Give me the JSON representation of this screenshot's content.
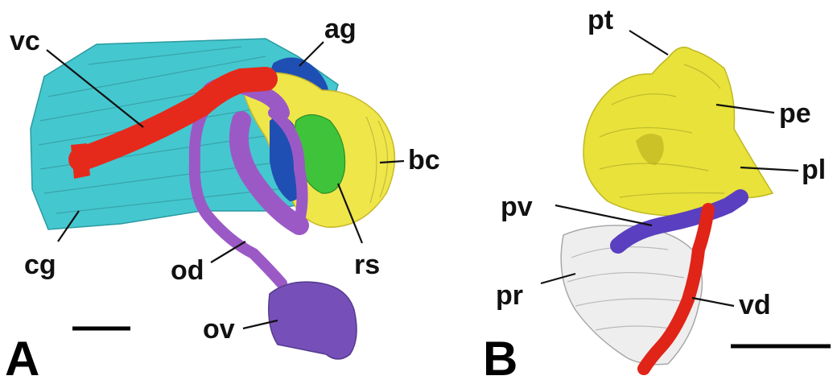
{
  "panels": [
    {
      "id": "A",
      "letter": "A",
      "labels": [
        "vc",
        "ag",
        "bc",
        "rs",
        "od",
        "ov",
        "cg"
      ],
      "colors": {
        "cg": "#45c7cf",
        "vc": "#e52a1c",
        "ag": "#1f4fb3",
        "bc": "#efe64a",
        "rs": "#3fc33a",
        "od": "#9b59c6",
        "ov": "#7650b8"
      }
    },
    {
      "id": "B",
      "letter": "B",
      "labels": [
        "pt",
        "pe",
        "pl",
        "pv",
        "pr",
        "vd"
      ],
      "colors": {
        "pe": "#e8e23a",
        "pv": "#5a3fc0",
        "pr": "#eeeeee",
        "vd": "#e02418"
      }
    }
  ]
}
